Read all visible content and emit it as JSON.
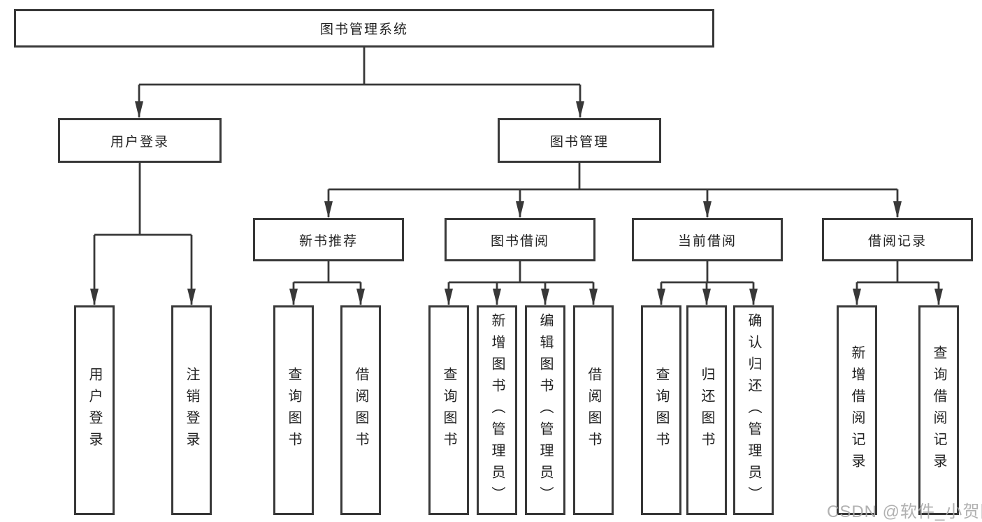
{
  "diagram": {
    "title": "图书管理系统",
    "level2": {
      "user_login_group": "用户登录",
      "book_management": "图书管理"
    },
    "level3": {
      "new_book_recommend": "新书推荐",
      "book_borrow": "图书借阅",
      "current_borrow": "当前借阅",
      "borrow_records": "借阅记录"
    },
    "leaves": {
      "user_login": "用户登录",
      "logout": "注销登录",
      "rec_query_book": "查询图书",
      "rec_borrow_book": "借阅图书",
      "bb_query_book": "查询图书",
      "bb_add_book": "新增图书（管理员）",
      "bb_edit_book": "编辑图书（管理员）",
      "bb_borrow_book": "借阅图书",
      "cb_query_book": "查询图书",
      "cb_return_book": "归还图书",
      "cb_confirm_return": "确认归还（管理员）",
      "br_add_record": "新增借阅记录",
      "br_query_record": "查询借阅记录"
    }
  },
  "watermark": "CSDN @软件_小贺同学",
  "colors": {
    "line": "#383838",
    "text": "#222222",
    "background": "#ffffff",
    "watermark": "#a8a8a8"
  }
}
